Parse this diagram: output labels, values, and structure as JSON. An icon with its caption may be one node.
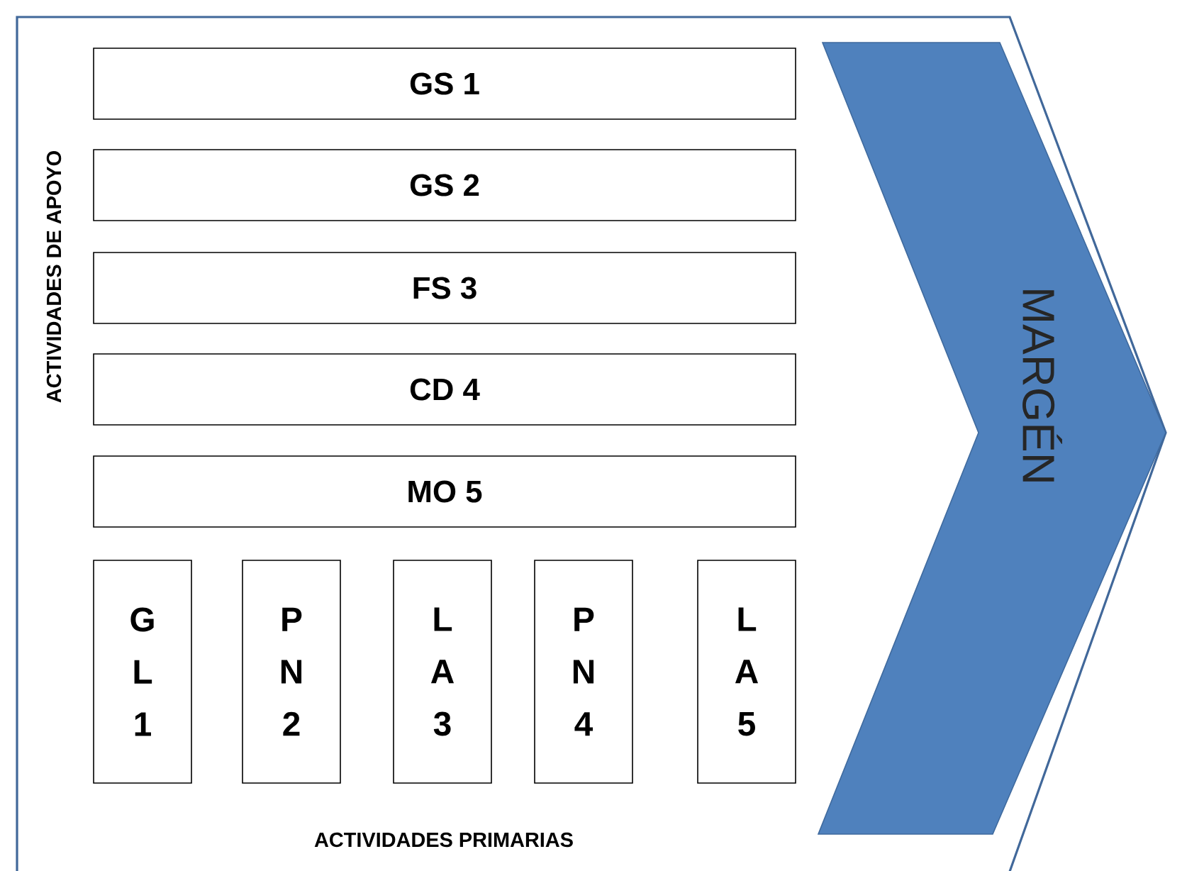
{
  "diagram": {
    "nodes": [
      {
        "text": [
          "GS 1"
        ]
      },
      {
        "text": [
          "GS 2"
        ]
      },
      {
        "text": [
          "FS 3"
        ]
      },
      {
        "text": [
          "CD 4"
        ]
      },
      {
        "text": [
          "MO 5"
        ]
      },
      {
        "text": [
          "G L 1"
        ]
      },
      {
        "text": [
          "P N 2"
        ]
      },
      {
        "text": [
          "L A 3"
        ]
      },
      {
        "text": [
          "P N 4"
        ]
      },
      {
        "text": [
          "L A 5"
        ]
      },
      {
        "text": [
          "MARGÉN"
        ]
      }
    ],
    "labels": [
      "ACTIVIDADES DE APOYO",
      "ACTIVIDADES PRIMARIAS"
    ]
  }
}
